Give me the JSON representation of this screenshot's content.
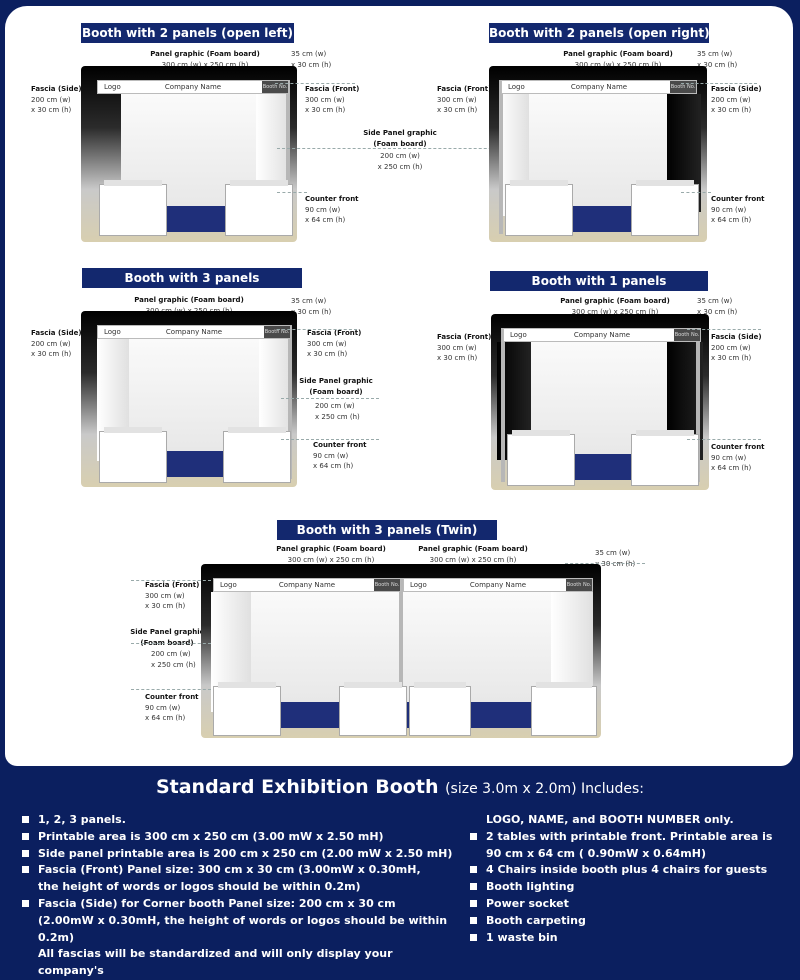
{
  "footer": {
    "title": "Standard Exhibition Booth",
    "subtitle": "(size 3.0m x 2.0m) Includes:",
    "left_items": [
      {
        "text": "1, 2, 3 panels.",
        "bullet": true
      },
      {
        "text": "Printable area is 300 cm x 250 cm (3.00 mW x 2.50 mH)",
        "bullet": true
      },
      {
        "text": "Side panel printable area is 200 cm x 250 cm (2.00 mW x 2.50 mH)",
        "bullet": true
      },
      {
        "text": "Fascia (Front) Panel size: 300 cm x 30 cm (3.00mW x 0.30mH,",
        "bullet": true
      },
      {
        "text": "the height of words or logos should be within 0.2m)",
        "bullet": false
      },
      {
        "text": "Fascia (Side) for Corner booth Panel size: 200 cm x 30 cm",
        "bullet": true
      },
      {
        "text": "(2.00mW x 0.30mH, the height of words or logos should be within 0.2m)",
        "bullet": false
      },
      {
        "text": "All fascias will be standardized and will only display your company's",
        "bullet": false
      }
    ],
    "right_items": [
      {
        "text": "LOGO, NAME, and BOOTH NUMBER only.",
        "bullet": false
      },
      {
        "text": "2 tables with printable front. Printable area is",
        "bullet": true
      },
      {
        "text": "90 cm x 64 cm ( 0.90mW x 0.64mH)",
        "bullet": false
      },
      {
        "text": "4 Chairs inside booth plus 4 chairs for guests",
        "bullet": true
      },
      {
        "text": "Booth lighting",
        "bullet": true
      },
      {
        "text": "Power socket",
        "bullet": true
      },
      {
        "text": "Booth carpeting",
        "bullet": true
      },
      {
        "text": "1 waste bin",
        "bullet": true
      }
    ]
  },
  "colors": {
    "navy": "#0b1f5f",
    "title_bg": "#13286e",
    "carpet": "#1f2f7a"
  },
  "fascia": {
    "logo": "Logo",
    "company": "Company Name",
    "booth_no": "Booth No."
  },
  "booths": [
    {
      "id": "b1",
      "title": "Booth with 2 panels (open left)",
      "labels": {
        "panel_graphic": "Panel graphic (Foam board)",
        "panel_size": "300 cm (w) x 250 cm (h)",
        "fascia_h_w": "35 cm (w)",
        "fascia_h_h": "x 30 cm (h)",
        "fascia_side": "Fascia (Side)",
        "fascia_side_w": "200 cm (w)",
        "fascia_side_h": "x 30 cm (h)",
        "fascia_front": "Fascia (Front)",
        "fascia_front_w": "300 cm (w)",
        "fascia_front_h": "x 30 cm (h)",
        "counter": "Counter front",
        "counter_w": "90 cm (w)",
        "counter_h": "x 64 cm (h)"
      }
    },
    {
      "id": "b2",
      "title": "Booth with 2 panels (open right)",
      "labels": {
        "panel_graphic": "Panel graphic (Foam board)",
        "panel_size": "300 cm (w) x 250 cm (h)",
        "fascia_h_w": "35 cm (w)",
        "fascia_h_h": "x 30 cm (h)",
        "fascia_front": "Fascia (Front)",
        "fascia_front_w": "300 cm (w)",
        "fascia_front_h": "x 30 cm (h)",
        "fascia_side": "Fascia (Side)",
        "fascia_side_w": "200 cm (w)",
        "fascia_side_h": "x 30 cm (h)",
        "counter": "Counter front",
        "counter_w": "90 cm (w)",
        "counter_h": "x 64 cm (h)"
      }
    },
    {
      "id": "b3",
      "title": "Booth with 3 panels",
      "labels": {
        "panel_graphic": "Panel graphic (Foam board)",
        "panel_size": "300 cm (w) x 250 cm (h)",
        "fascia_h_w": "35 cm (w)",
        "fascia_h_h": "x 30 cm (h)",
        "fascia_side": "Fascia (Side)",
        "fascia_side_w": "200 cm (w)",
        "fascia_side_h": "x 30 cm (h)",
        "fascia_front": "Fascia (Front)",
        "fascia_front_w": "300 cm (w)",
        "fascia_front_h": "x 30 cm (h)",
        "side_panel_1": "Side Panel graphic",
        "side_panel_2": "(Foam board)",
        "side_w": "200 cm (w)",
        "side_h": "x 250 cm (h)",
        "counter": "Counter front",
        "counter_w": "90 cm (w)",
        "counter_h": "x 64 cm (h)"
      }
    },
    {
      "id": "b4",
      "title": "Booth with 1 panels",
      "labels": {
        "panel_graphic": "Panel graphic (Foam board)",
        "panel_size": "300 cm (w) x 250 cm (h)",
        "fascia_h_w": "35 cm (w)",
        "fascia_h_h": "x 30 cm (h)",
        "fascia_front": "Fascia (Front)",
        "fascia_front_w": "300 cm (w)",
        "fascia_front_h": "x 30 cm (h)",
        "fascia_side": "Fascia (Side)",
        "fascia_side_w": "200 cm (w)",
        "fascia_side_h": "x 30 cm (h)",
        "counter": "Counter front",
        "counter_w": "90 cm (w)",
        "counter_h": "x 64 cm (h)"
      }
    },
    {
      "id": "b5",
      "title": "Booth with 3 panels (Twin)",
      "labels": {
        "panel_graphic": "Panel graphic (Foam board)",
        "panel_size": "300 cm (w) x 250 cm (h)",
        "panel_graphic_2": "Panel graphic (Foam board)",
        "panel_size_2": "300 cm (w) x 250 cm (h)",
        "fascia_h_w": "35 cm (w)",
        "fascia_h_h": "x 30 cm (h)",
        "fascia_front": "Fascia (Front)",
        "fascia_front_w": "300 cm (w)",
        "fascia_front_h": "x 30 cm (h)",
        "side_panel_1": "Side Panel graphic",
        "side_panel_2": "(Foam board)",
        "side_w": "200 cm (w)",
        "side_h": "x 250 cm (h)",
        "counter": "Counter front",
        "counter_w": "90 cm (w)",
        "counter_h": "x 64 cm (h)"
      }
    }
  ],
  "center_side_panel": {
    "line1": "Side Panel graphic",
    "line2": "(Foam board)",
    "w": "200 cm (w)",
    "h": "x 250 cm (h)"
  }
}
